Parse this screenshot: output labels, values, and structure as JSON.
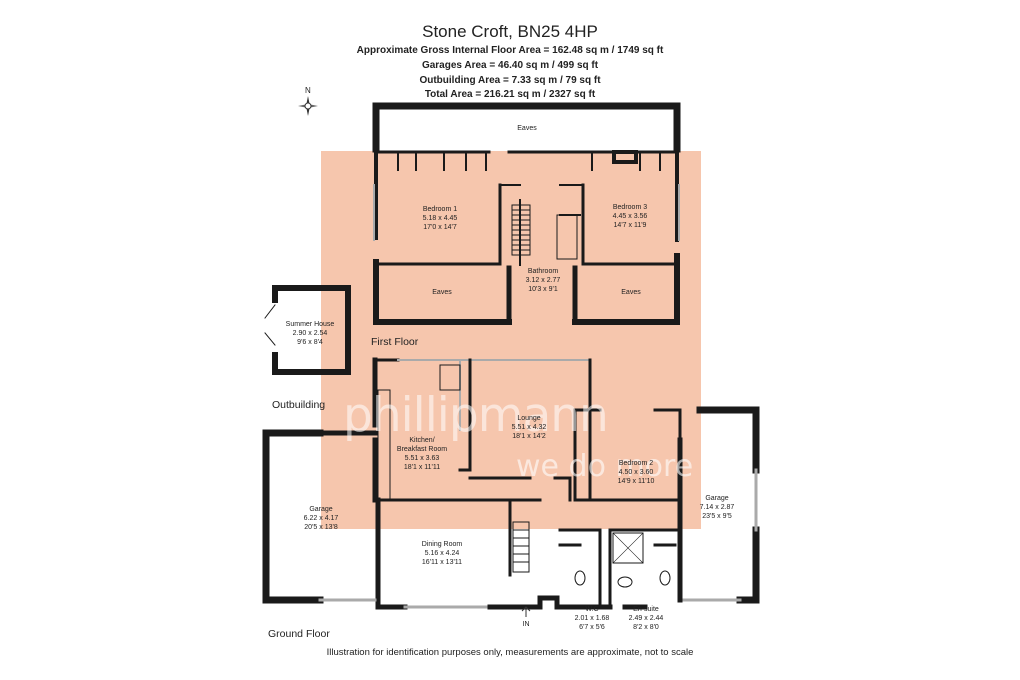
{
  "header": {
    "title": "Stone Croft, BN25 4HP",
    "gross_internal": "Approximate Gross Internal Floor Area = 162.48 sq m / 1749 sq ft",
    "garages_area": "Garages Area = 46.40 sq m / 499 sq ft",
    "outbuilding_area": "Outbuilding Area = 7.33 sq m / 79 sq ft",
    "total_area": "Total Area = 216.21 sq m / 2327 sq ft"
  },
  "compass": {
    "label": "N"
  },
  "watermark": {
    "brand": "phillipmann",
    "tagline": "we do more"
  },
  "floors": {
    "first": "First Floor",
    "ground": "Ground Floor",
    "outbuilding": "Outbuilding",
    "entrance": "IN"
  },
  "rooms": {
    "eaves_top": {
      "name": "Eaves"
    },
    "bedroom1": {
      "name": "Bedroom 1",
      "metric": "5.18 x 4.45",
      "imperial": "17'0 x 14'7"
    },
    "bedroom3": {
      "name": "Bedroom 3",
      "metric": "4.45 x 3.56",
      "imperial": "14'7 x 11'9"
    },
    "bathroom": {
      "name": "Bathroom",
      "metric": "3.12 x 2.77",
      "imperial": "10'3 x 9'1"
    },
    "eaves_left": {
      "name": "Eaves"
    },
    "eaves_right": {
      "name": "Eaves"
    },
    "summer_house": {
      "name": "Summer House",
      "metric": "2.90 x 2.54",
      "imperial": "9'6 x 8'4"
    },
    "lounge": {
      "name": "Lounge",
      "metric": "5.51 x 4.32",
      "imperial": "18'1 x 14'2"
    },
    "kitchen": {
      "name": "Kitchen/",
      "name2": "Breakfast Room",
      "metric": "5.51 x 3.63",
      "imperial": "18'1 x 11'11"
    },
    "bedroom2": {
      "name": "Bedroom 2",
      "metric": "4.50 x 3.60",
      "imperial": "14'9 x 11'10"
    },
    "garage_left": {
      "name": "Garage",
      "metric": "6.22 x 4.17",
      "imperial": "20'5 x 13'8"
    },
    "garage_right": {
      "name": "Garage",
      "metric": "7.14 x 2.87",
      "imperial": "23'5 x 9'5"
    },
    "dining": {
      "name": "Dining Room",
      "metric": "5.16 x 4.24",
      "imperial": "16'11 x 13'11"
    },
    "wc": {
      "name": "W.C",
      "metric": "2.01 x 1.68",
      "imperial": "6'7 x 5'6"
    },
    "ensuite": {
      "name": "En-suite",
      "metric": "2.49 x 2.44",
      "imperial": "8'2 x 8'0"
    }
  },
  "footer": {
    "disclaimer": "Illustration for identification purposes only, measurements are approximate, not to scale"
  },
  "colors": {
    "overlay": "#f2b08e",
    "walls": "#1a1a1a",
    "watermark_text": "#ffffff"
  }
}
